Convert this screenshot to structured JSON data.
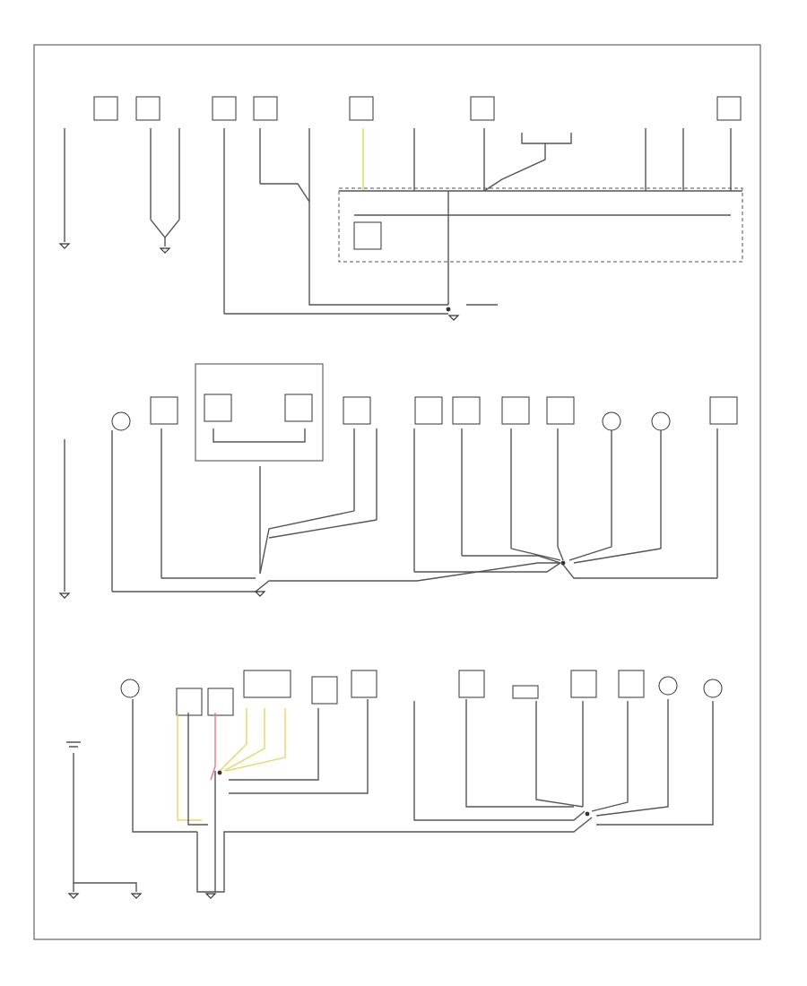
{
  "diagram": {
    "footer_code": "",
    "colors": {
      "wire": "#555555",
      "wire_yellow": "#e8d36a",
      "wire_red": "#e07a7a",
      "frame": "#444444"
    },
    "icons": [
      "connector-block",
      "ground-splice",
      "lamp-bulb",
      "battery-symbol",
      "ground-terminal"
    ]
  }
}
